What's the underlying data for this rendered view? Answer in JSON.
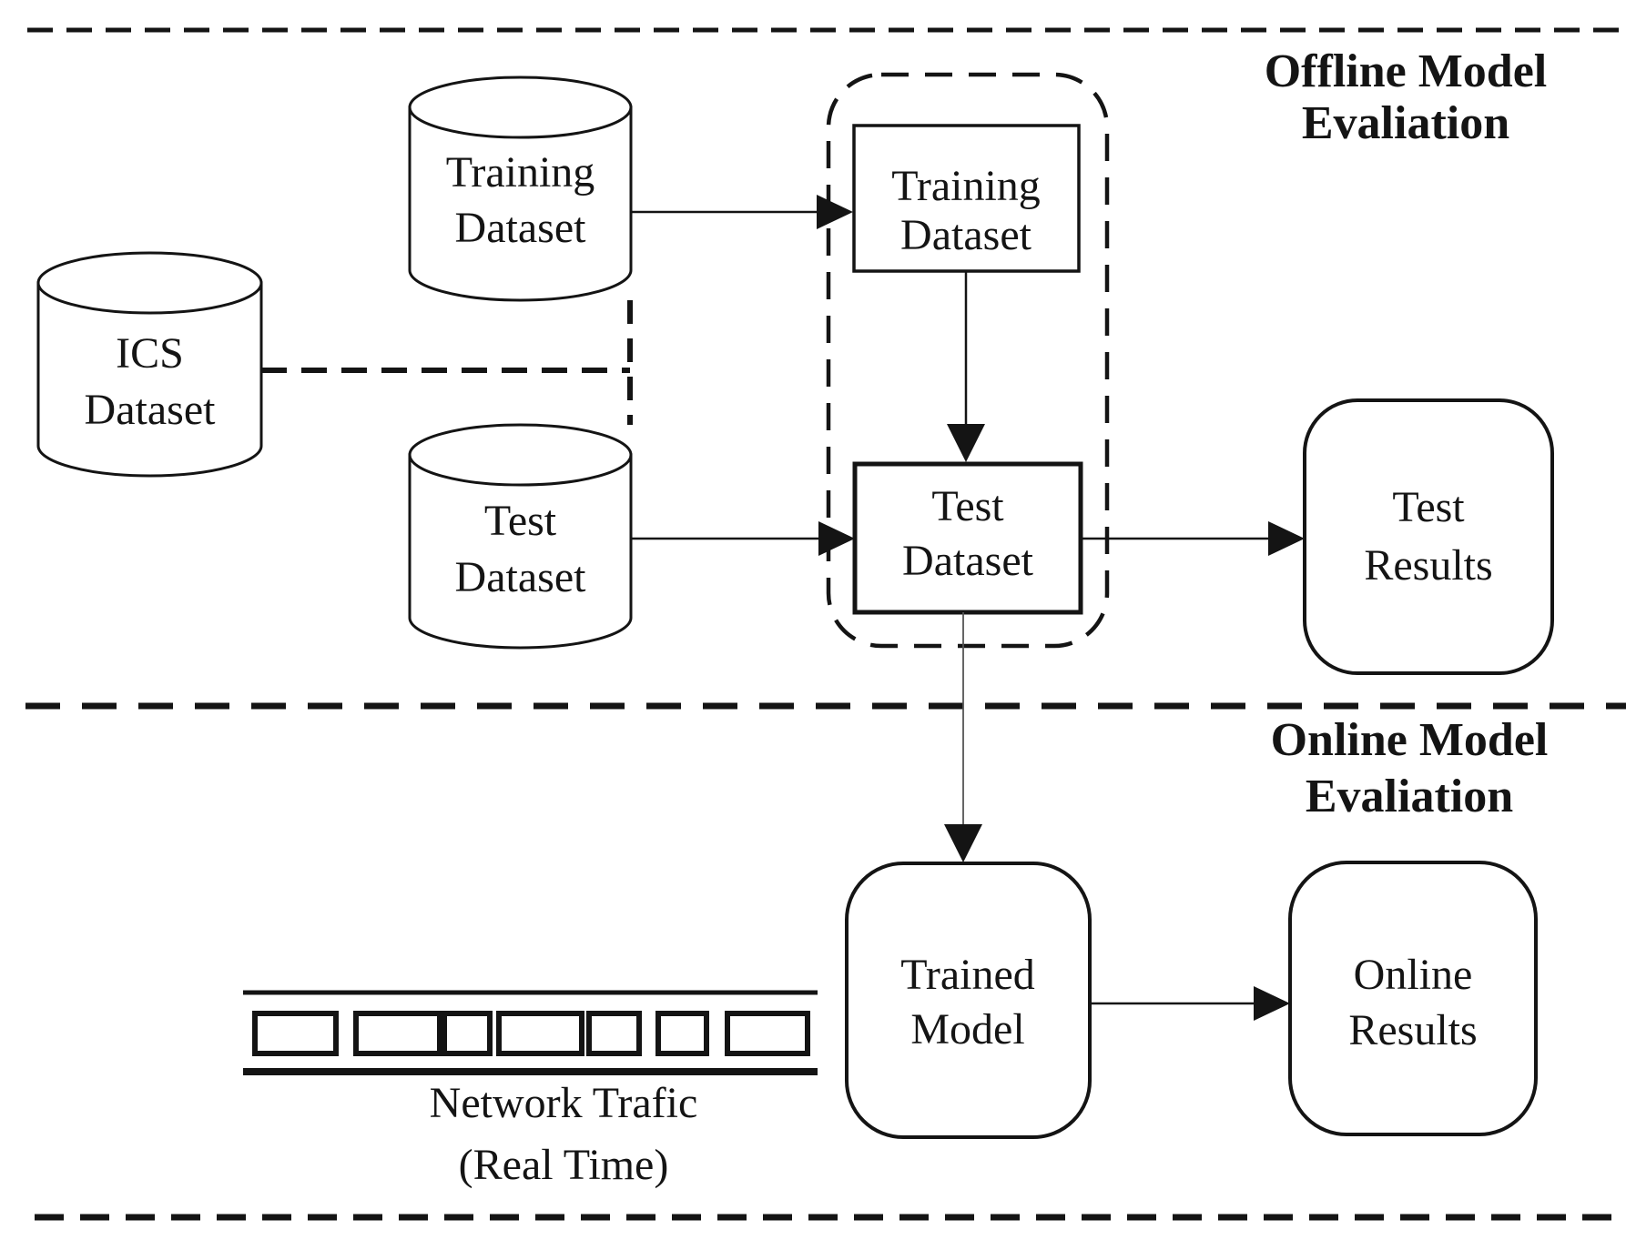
{
  "sections": {
    "offline": {
      "title_line1": "Offline Model",
      "title_line2": "Evaliation"
    },
    "online": {
      "title_line1": "Online Model",
      "title_line2": "Evaliation"
    }
  },
  "nodes": {
    "ics_dataset_cylinder": {
      "line1": "ICS",
      "line2": "Dataset"
    },
    "training_dataset_cylinder": {
      "line1": "Training",
      "line2": "Dataset"
    },
    "test_dataset_cylinder": {
      "line1": "Test",
      "line2": "Dataset"
    },
    "training_dataset_box": {
      "line1": "Training",
      "line2": "Dataset"
    },
    "test_dataset_box": {
      "line1": "Test",
      "line2": "Dataset"
    },
    "test_results": {
      "line1": "Test",
      "line2": "Results"
    },
    "trained_model": {
      "line1": "Trained",
      "line2": "Model"
    },
    "online_results": {
      "line1": "Online",
      "line2": "Results"
    },
    "network_traffic": {
      "line1": "Network Trafic",
      "line2": "(Real Time)"
    }
  },
  "colors": {
    "ink": "#141414",
    "background": "#ffffff"
  }
}
